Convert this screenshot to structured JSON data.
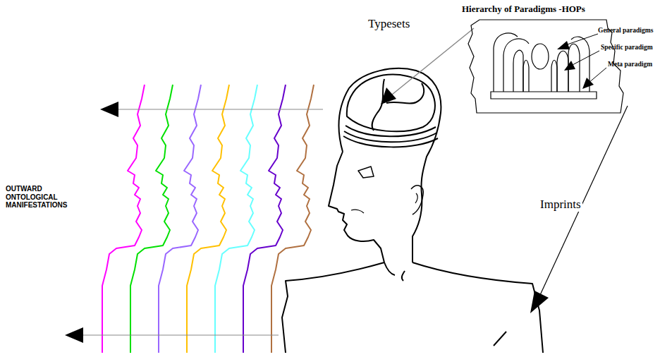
{
  "diagram": {
    "title": "Hierarchy of Paradigms -HOPs",
    "labels": [
      "General paradigms",
      "Specific paradigm",
      "Meta paradigm",
      "Typesets",
      "Imprints",
      "OUTWARD ONTOLOGICAL MANIFESTATIONS"
    ]
  }
}
